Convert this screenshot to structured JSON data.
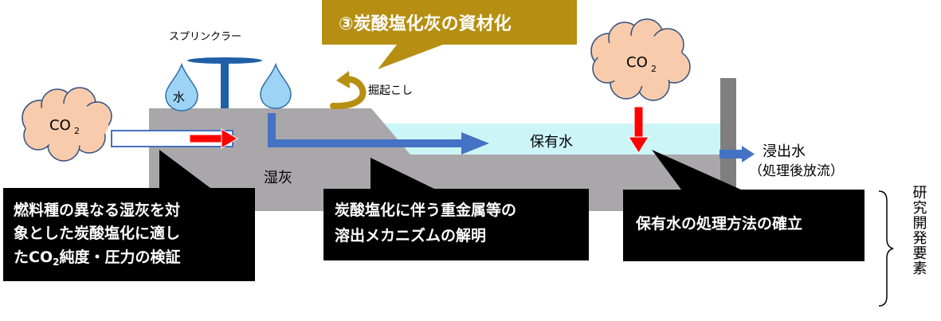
{
  "title": "③炭酸塩化灰の資材化",
  "labels": {
    "sprinkler": "スプリンクラー",
    "water_drop": "水",
    "excavation": "掘起こし",
    "co2_left": "CO",
    "co2_right": "CO",
    "co2_sub": "2",
    "retained_water": "保有水",
    "wet_ash": "湿灰",
    "leachate_line1": "浸出水",
    "leachate_line2": "（処理後放流）",
    "research_vertical": "研究開発要素"
  },
  "boxes": {
    "box1_line1": "燃料種の異なる湿灰を対",
    "box1_line2": "象とした炭酸塩化に適し",
    "box1_line3a": "たCO",
    "box1_line3b": "2",
    "box1_line3c": "純度・圧力の検証",
    "box2_line1": "炭酸塩化に伴う重金属等の",
    "box2_line2": "溶出メカニズムの解明",
    "box3_line1": "保有水の処理方法の確立"
  },
  "colors": {
    "title_bg": "#b68f12",
    "ash_gray": "#a9a7a9",
    "water_cyan": "#ccf5f8",
    "cloud_fill": "#f8cbad",
    "arrow_blue": "#4472c4",
    "arrow_red": "#ff0000",
    "box_bg": "#000000",
    "wall_gray": "#7f7f7f",
    "drop_blue": "#9dd3f5",
    "sprinkler_blue": "#1f5fa8"
  }
}
